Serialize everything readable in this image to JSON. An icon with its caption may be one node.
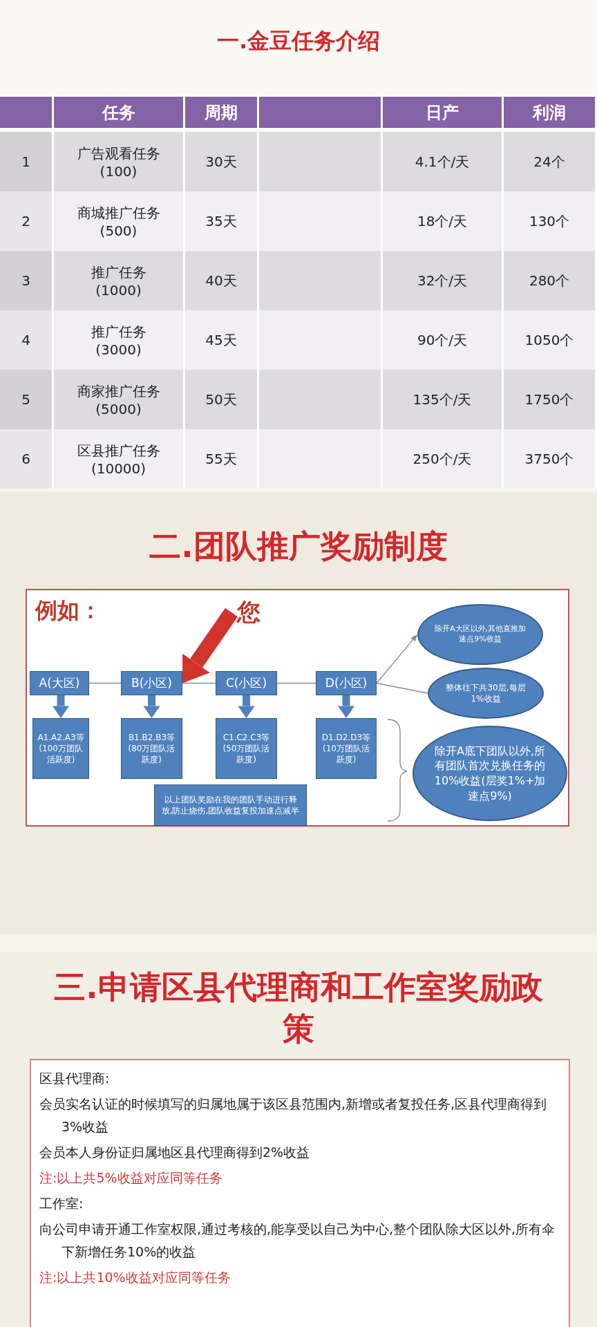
{
  "diagram": {
    "nodes": [
      {
        "text": [
          "您"
        ]
      },
      {
        "text": [
          "A(大区)"
        ]
      },
      {
        "text": [
          "B(小区)"
        ]
      },
      {
        "text": [
          "C(小区)"
        ]
      },
      {
        "text": [
          "D(小区)"
        ]
      },
      {
        "text": [
          "A1.A2.A3等(100万团队活跃度)"
        ]
      },
      {
        "text": [
          "B1.B2.B3等(80万团队活跃度)"
        ]
      },
      {
        "text": [
          "C1.C2.C3等(50万团队活跃度)"
        ]
      },
      {
        "text": [
          "D1.D2.D3等(10万团队活跃度)"
        ]
      },
      {
        "text": [
          "以上团队奖励在我的团队手动进行释放,防止烧伤,团队收益复投加速点减半"
        ]
      },
      {
        "text": [
          "除开A大区以外,其他直推加速点9%收益"
        ]
      },
      {
        "text": [
          "整体往下共30层,每层1%收益"
        ]
      },
      {
        "text": [
          "除开A底下团队以外,所有团队首次兑换任务的10%收益(层奖1%+加速点9%)"
        ]
      }
    ],
    "edges": [
      {
        "from": 0,
        "to": 2,
        "arrow": "to",
        "style": "thick",
        "color": "#d0342c"
      },
      {
        "from": 1,
        "to": 2,
        "arrow": "none"
      },
      {
        "from": 2,
        "to": 3,
        "arrow": "none"
      },
      {
        "from": 3,
        "to": 4,
        "arrow": "none"
      },
      {
        "from": 1,
        "to": 5,
        "arrow": "to",
        "style": "thick",
        "color": "#4f81bd"
      },
      {
        "from": 2,
        "to": 6,
        "arrow": "to",
        "style": "thick",
        "color": "#4f81bd"
      },
      {
        "from": 3,
        "to": 7,
        "arrow": "to",
        "style": "thick",
        "color": "#4f81bd"
      },
      {
        "from": 4,
        "to": 8,
        "arrow": "to",
        "style": "thick",
        "color": "#4f81bd"
      },
      {
        "from": 4,
        "to": 10,
        "arrow": "to"
      },
      {
        "from": 4,
        "to": 11,
        "arrow": "none"
      }
    ],
    "labels": [
      "一.金豆任务介绍",
      "任务",
      "周期",
      "日产",
      "利润",
      "1",
      "广告观看任务(100)",
      "30天",
      "4.1个/天",
      "24个",
      "2",
      "商城推广任务(500)",
      "35天",
      "18个/天",
      "130个",
      "3",
      "推广任务(1000)",
      "40天",
      "32个/天",
      "280个",
      "4",
      "推广任务(3000)",
      "45天",
      "90个/天",
      "1050个",
      "5",
      "商家推广任务(5000)",
      "50天",
      "135个/天",
      "1750个",
      "6",
      "区县推广任务(10000)",
      "55天",
      "250个/天",
      "3750个",
      "二.团队推广奖励制度",
      "例如：",
      "三.申请区县代理商和工作室奖励政策",
      "区县代理商:",
      "会员实名认证的时候填写的归属地属于该区县范围内,新增或者复投任务,区县代理商得到3%收益",
      "会员本人身份证归属地区县代理商得到2%收益",
      "注:以上共5%收益对应同等任务",
      "工作室:",
      "向公司申请开通工作室权限,通过考核的,能享受以自己为中心,整个团队除大区以外,所有伞下新增任务10%的收益",
      "注:以上共10%收益对应同等任务"
    ]
  }
}
